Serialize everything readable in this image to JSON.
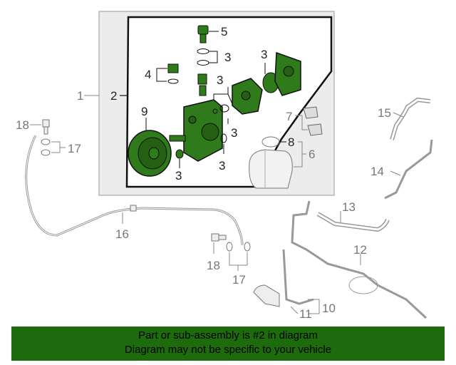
{
  "callouts": {
    "c1": "1",
    "c2": "2",
    "c3a": "3",
    "c3b": "3",
    "c3c": "3",
    "c3d": "3",
    "c3e": "3",
    "c3f": "3",
    "c4": "4",
    "c5": "5",
    "c6": "6",
    "c7": "7",
    "c8": "8",
    "c9": "9",
    "c10": "10",
    "c11": "11",
    "c12": "12",
    "c13": "13",
    "c14": "14",
    "c15": "15",
    "c16": "16",
    "c17a": "17",
    "c17b": "17",
    "c18a": "18",
    "c18b": "18"
  },
  "banner": {
    "line1": "Part or sub-assembly is #2 in diagram",
    "line2": "Diagram may not be specific to your vehicle"
  },
  "colors": {
    "highlight": "#2f7a1a",
    "banner_bg": "#1e6b0d",
    "inset_bg": "#ececec",
    "line": "#222222",
    "grey_line": "#888888"
  }
}
